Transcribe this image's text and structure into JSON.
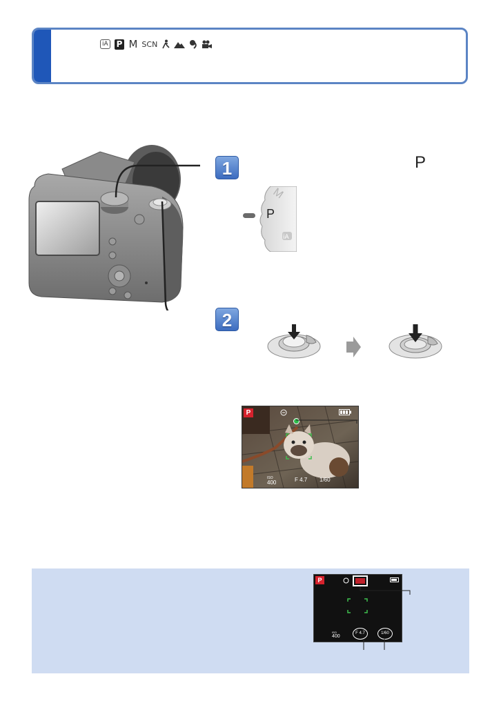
{
  "header": {
    "modes": {
      "ia": "iA",
      "p": "P",
      "m": "M",
      "scn": "SCN"
    }
  },
  "steps": {
    "step1": {
      "number": "1",
      "mode_symbol": "P"
    },
    "step2": {
      "number": "2"
    }
  },
  "dial": {
    "m": "M",
    "p": "P"
  },
  "screen1": {
    "mode": "P",
    "iso_label": "ISO",
    "iso_value": "400",
    "aperture": "F 4.7",
    "shutter": "1/60"
  },
  "screen2": {
    "mode": "P",
    "iso_label": "ISO",
    "iso_value": "400",
    "aperture": "F 4.7",
    "shutter": "1/60"
  },
  "colors": {
    "header_bar": "#1f57b8",
    "header_border": "#5b84c4",
    "tip_box": "#cfdcf2",
    "step_badge": "#3c6cc0",
    "mode_red": "#d6222d",
    "focus_green": "#2dbb4a"
  }
}
